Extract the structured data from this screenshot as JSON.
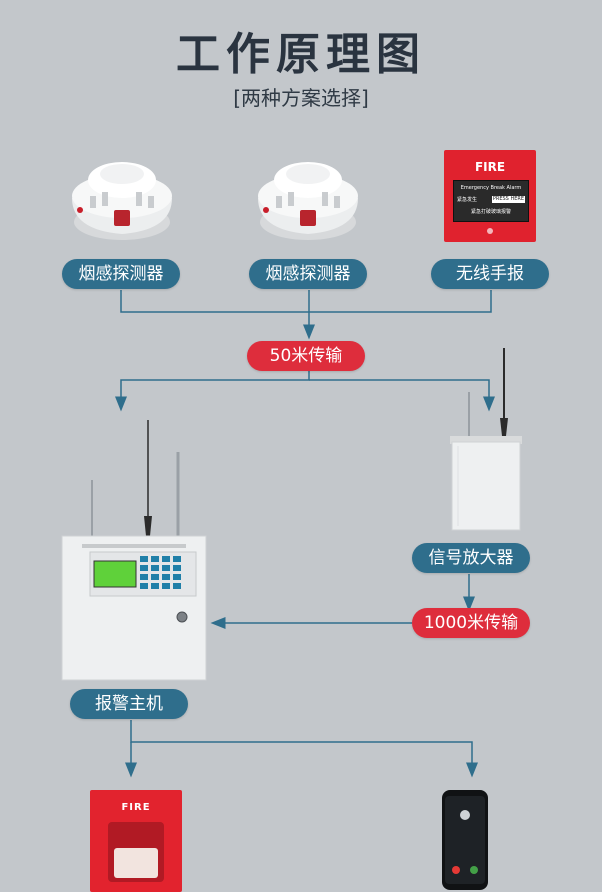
{
  "title": "工作原理图",
  "subtitle": "[两种方案选择]",
  "nodes": {
    "detector_1": "烟感探测器",
    "detector_2": "烟感探测器",
    "manual_alarm": "无线手报",
    "link_50m": "50米传输",
    "amplifier": "信号放大器",
    "link_1000m": "1000米传输",
    "host": "报警主机"
  },
  "manual_alarm_box": {
    "fire_text": "FIRE",
    "line1": "Emergency Break Alarm",
    "line2": "紧急发生",
    "line3": "PRESS HERE",
    "line4": "紧急打破玻璃报警"
  },
  "siren_fire_text": "FIRE",
  "colors": {
    "node_blue": "#2f6e8c",
    "node_red": "#de2d3c",
    "line": "#2f6e8c",
    "background": "#c3c7cb"
  }
}
